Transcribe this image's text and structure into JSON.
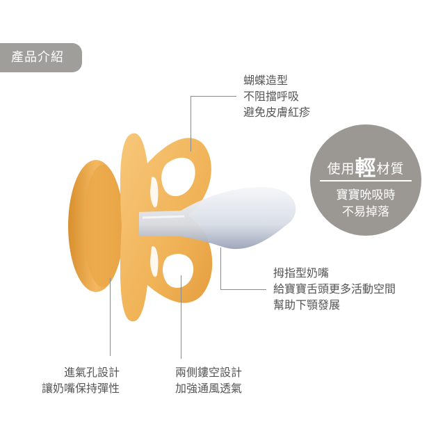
{
  "badge": {
    "label": "產品介紹"
  },
  "callouts": {
    "butterfly": {
      "lines": [
        "蝴蝶造型",
        "不阻擋呼吸",
        "避免皮膚紅疹"
      ]
    },
    "thumb_nipple": {
      "lines": [
        "拇指型奶嘴",
        "給寶寶舌頭更多活動空間",
        "幫助下顎發展"
      ]
    },
    "air_hole": {
      "lines": [
        "進氣孔設計",
        "讓奶嘴保持彈性"
      ]
    },
    "side_hollow": {
      "lines": [
        "兩側鏤空設計",
        "加強通風透氣"
      ]
    }
  },
  "circle": {
    "pre": "使用",
    "emphasis": "輕",
    "post": "材質",
    "lines": [
      "寶寶吮吸時",
      "不易掉落"
    ]
  },
  "colors": {
    "badge_bg": "#a09e9b",
    "circle_bg": "#9b9894",
    "shield": "#f0b45a",
    "nipple": "#dfe3ea"
  }
}
